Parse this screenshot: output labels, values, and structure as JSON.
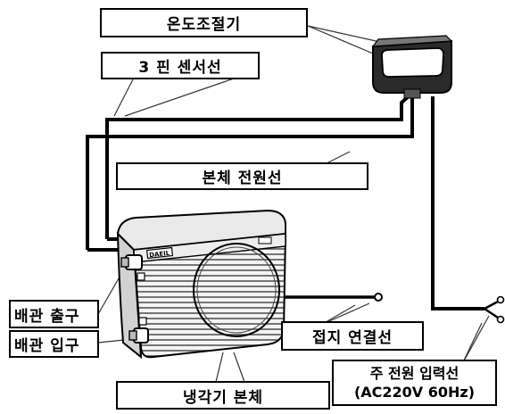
{
  "labels": {
    "thermostat": "온도조절기",
    "sensor_line": "3 핀 센서선",
    "body_power_line": "본체 전원선",
    "pipe_outlet": "배관 출구",
    "pipe_inlet": "배관 입구",
    "ground_line": "접지 연결선",
    "main_power_line_1": "주 전원 입력선",
    "main_power_line_2": "(AC220V 60Hz)",
    "chiller_body": "냉각기 본체"
  },
  "device": {
    "brand": "DAEIL"
  }
}
